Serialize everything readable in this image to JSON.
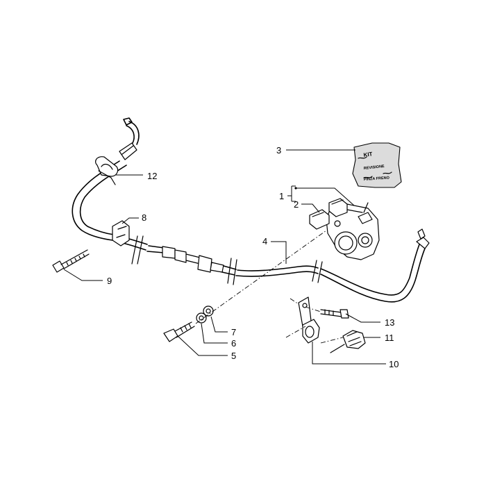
{
  "callouts": [
    {
      "id": "1",
      "label": "1"
    },
    {
      "id": "2",
      "label": "2"
    },
    {
      "id": "3",
      "label": "3"
    },
    {
      "id": "4",
      "label": "4"
    },
    {
      "id": "5",
      "label": "5"
    },
    {
      "id": "6",
      "label": "6"
    },
    {
      "id": "7",
      "label": "7"
    },
    {
      "id": "8",
      "label": "8"
    },
    {
      "id": "9",
      "label": "9"
    },
    {
      "id": "10",
      "label": "10"
    },
    {
      "id": "11",
      "label": "11"
    },
    {
      "id": "12",
      "label": "12"
    },
    {
      "id": "13",
      "label": "13"
    }
  ],
  "kit_bag": {
    "line1": "KIT",
    "line2": "REVISIONE",
    "line3": "PINZA FRENO"
  }
}
